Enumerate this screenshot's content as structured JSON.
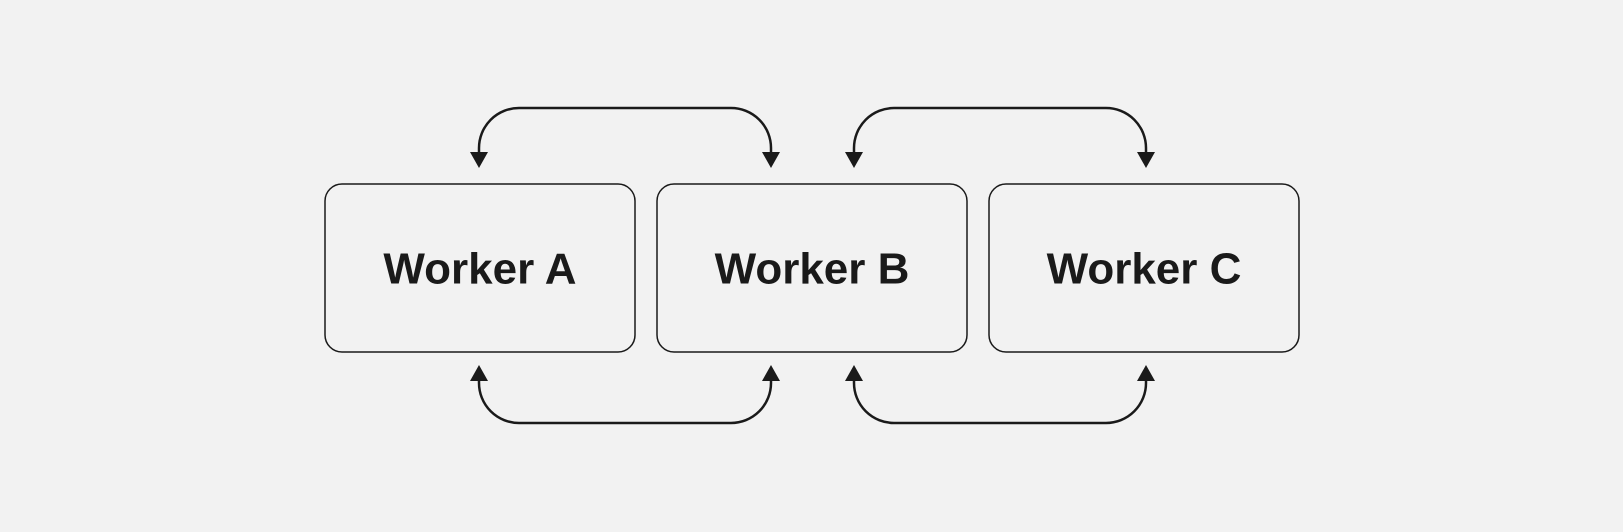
{
  "diagram": {
    "nodes": [
      {
        "id": "a",
        "label": "Worker A"
      },
      {
        "id": "b",
        "label": "Worker B"
      },
      {
        "id": "c",
        "label": "Worker C"
      }
    ],
    "edges": [
      {
        "from": "a",
        "to": "b",
        "side": "top",
        "bidirectional": true
      },
      {
        "from": "b",
        "to": "c",
        "side": "top",
        "bidirectional": true
      },
      {
        "from": "a",
        "to": "b",
        "side": "bottom",
        "bidirectional": true
      },
      {
        "from": "b",
        "to": "c",
        "side": "bottom",
        "bidirectional": true
      }
    ],
    "colors": {
      "background": "#f2f2f2",
      "stroke": "#1a1a1a",
      "text": "#1a1a1a"
    }
  }
}
